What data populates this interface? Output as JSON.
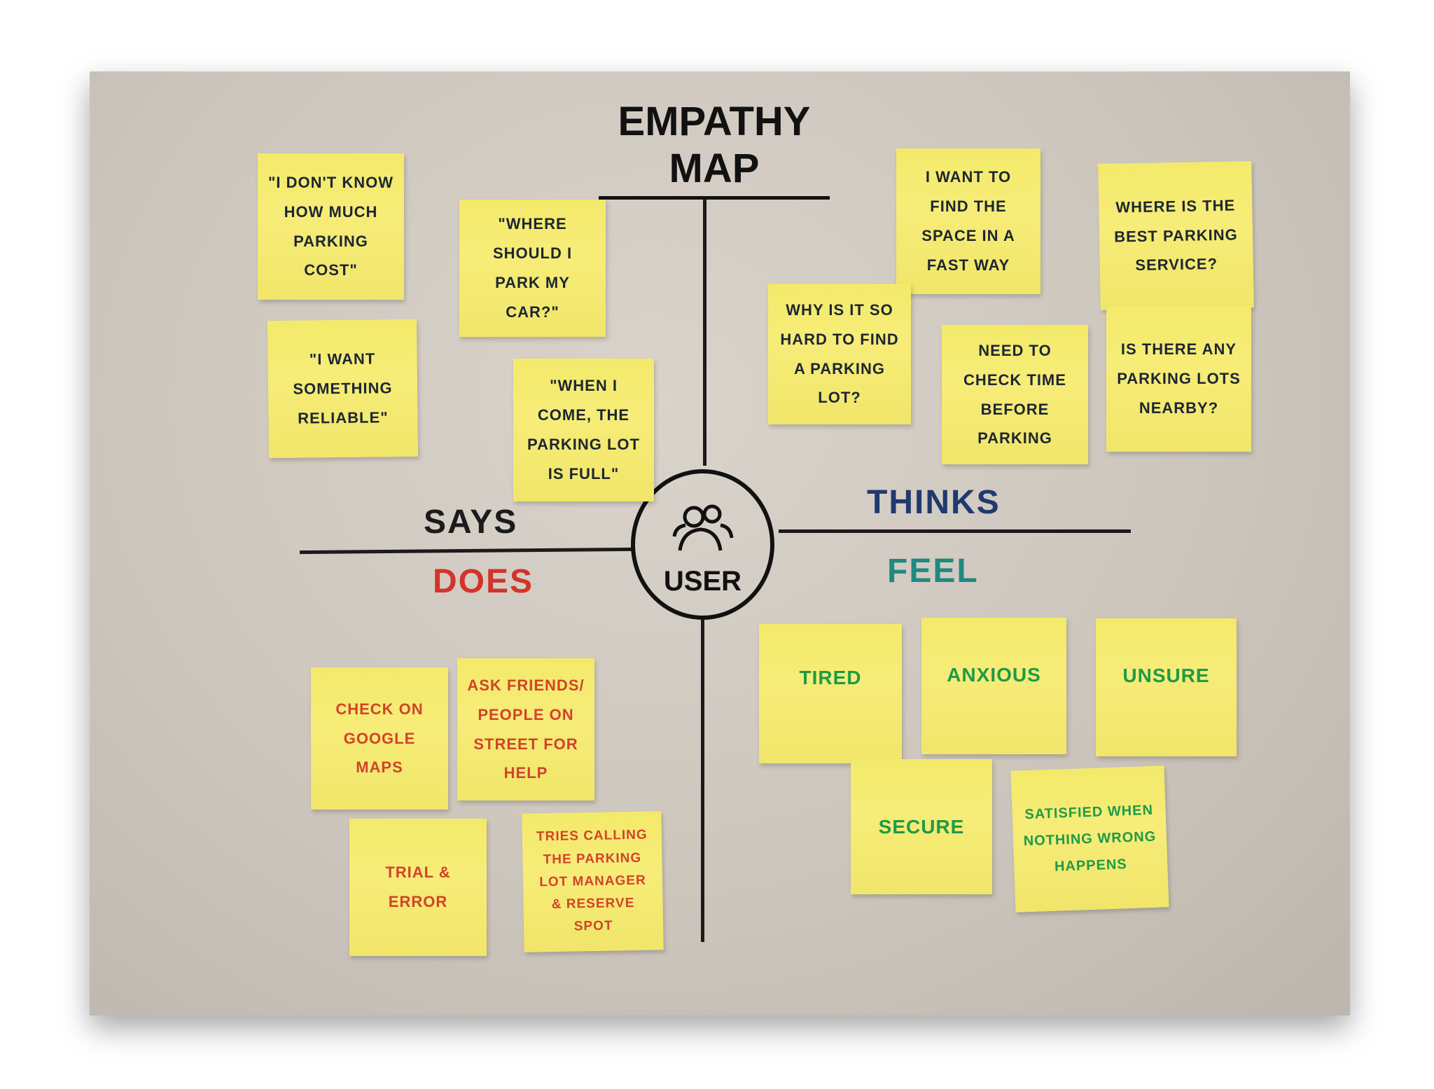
{
  "title": "EMPATHY MAP",
  "center": {
    "label": "USER",
    "icon": "users-icon"
  },
  "quadrant_labels": {
    "says": "SAYS",
    "thinks": "THINKS",
    "does": "DOES",
    "feel": "FEEL"
  },
  "colors": {
    "says": "#1b1b1b",
    "thinks": "#1f3a6e",
    "does": "#d2342a",
    "feel": "#1f8a80",
    "note": "#f3ea6a"
  },
  "says": [
    "\"I don't know how much parking cost\"",
    "\"Where should I park my car?\"",
    "\"I want something reliable\"",
    "\"When I come, the parking lot is full\""
  ],
  "thinks": [
    "I want to find the space in a fast way",
    "Where is the best parking service?",
    "Why is it so hard to find a parking lot?",
    "Need to check time before parking",
    "Is there any parking lots nearby?"
  ],
  "does": [
    "Check on Google Maps",
    "Ask friends/ people on street for help",
    "Trial & error",
    "Tries calling the parking lot manager & reserve spot"
  ],
  "feel": [
    "Tired",
    "Anxious",
    "Unsure",
    "Secure",
    "Satisfied when nothing wrong happens"
  ]
}
